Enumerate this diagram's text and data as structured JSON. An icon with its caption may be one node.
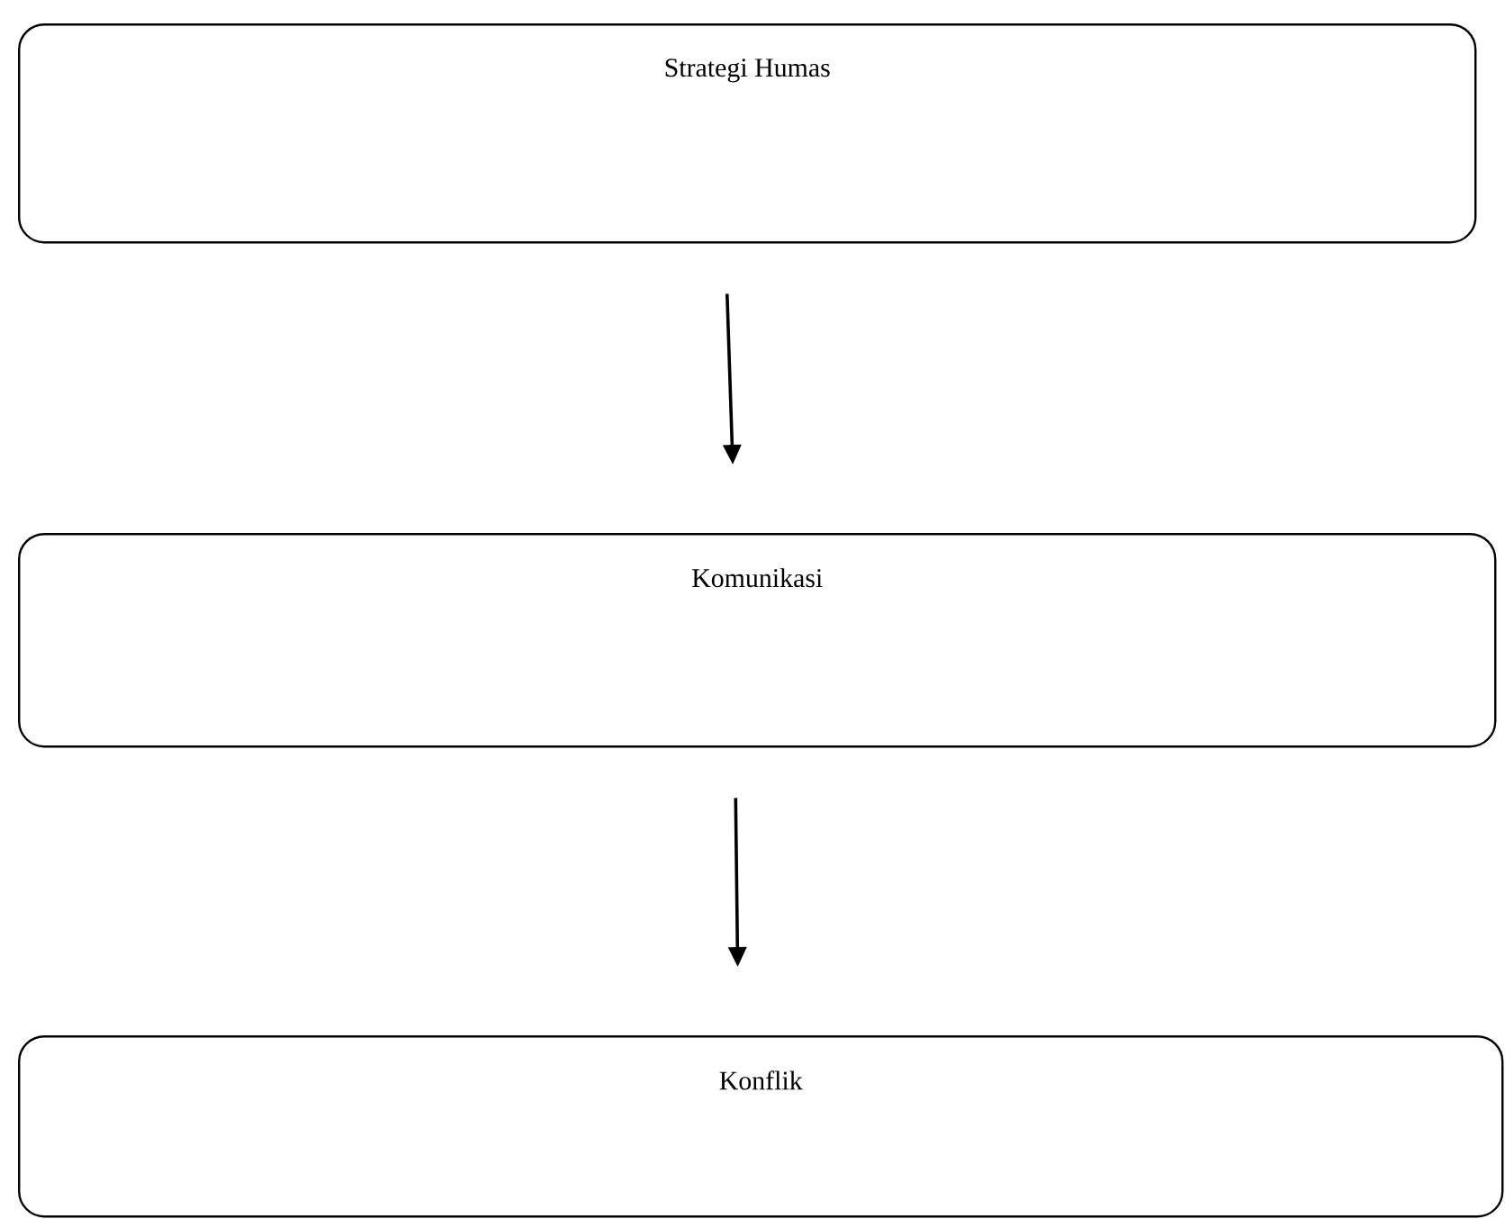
{
  "diagram": {
    "nodes": [
      {
        "text": [
          "Strategi Humas"
        ]
      },
      {
        "text": [
          "Komunikasi"
        ]
      },
      {
        "text": [
          "Konflik"
        ]
      }
    ],
    "edges": [
      {
        "from": 0,
        "to": 1,
        "arrow": "to"
      },
      {
        "from": 1,
        "to": 2,
        "arrow": "to"
      }
    ]
  }
}
